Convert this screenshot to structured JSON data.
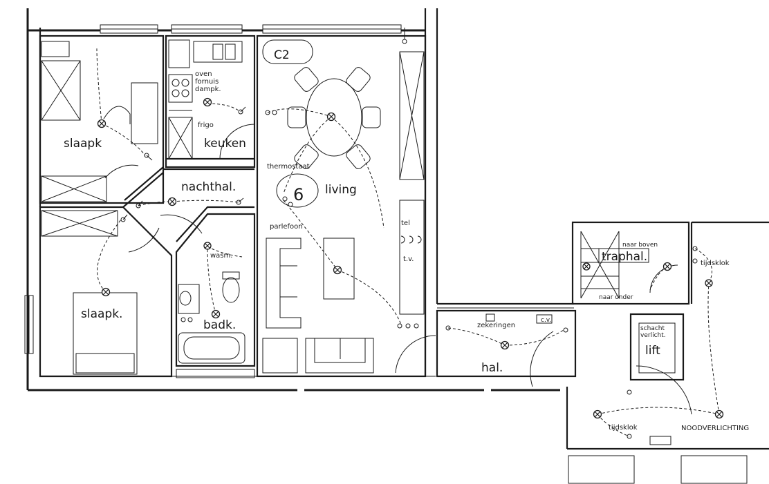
{
  "plan": {
    "rooms": {
      "bedroom_top": "slaapk",
      "bedroom_bottom": "slaapk.",
      "kitchen": "keuken",
      "night_hall": "nachthal.",
      "living": "living",
      "bathroom": "badk.",
      "hall": "hal.",
      "stairwell": "traphal.",
      "lift": "lift"
    },
    "labels": {
      "oven": "oven",
      "stove": "fornuis",
      "hood": "dampk.",
      "fridge": "frigo",
      "thermostat": "thermostaat",
      "intercom": "parlefoon",
      "washer": "wasm.",
      "phone": "tel",
      "tv": "t.v.",
      "fuses": "zekeringen",
      "cv": "c.v.",
      "stairs_up": "naar boven",
      "stairs_down": "naar onder",
      "timer_clock_1": "tijdsklok",
      "timer_clock_2": "tijdsklok",
      "shaft_line1": "schacht",
      "shaft_line2": "verlicht.",
      "emergency_light": "NOODVERLICHTING",
      "circle_c2": "C2",
      "circle_6": "6"
    }
  }
}
